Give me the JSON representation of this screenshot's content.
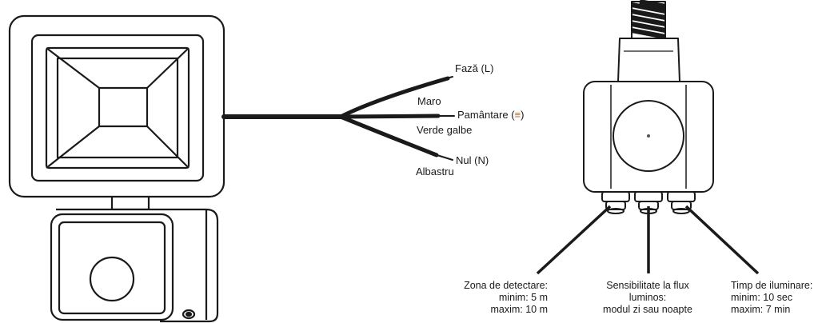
{
  "wires": {
    "phase": {
      "label": "Fază  (L)",
      "color": "Maro"
    },
    "ground": {
      "label_prefix": "Pamântare (",
      "symbol": "≡",
      "label_suffix": ")",
      "color": "Verde galbe"
    },
    "neutral": {
      "label": "Nul (N)",
      "color": "Albastru"
    }
  },
  "sensor": {
    "detection": {
      "title": "Zona de detectare:",
      "min": "minim: 5 m",
      "max": "maxim: 10 m"
    },
    "lux": {
      "title_line1": "Sensibilitate la flux",
      "title_line2": "luminos:",
      "detail": "modul zi sau noapte"
    },
    "time": {
      "title": "Timp de iluminare:",
      "min": "minim: 10 sec",
      "max": "maxim: 7 min"
    }
  },
  "colors": {
    "line": "#1a1a1a",
    "ground_symbol": "#c0692a"
  }
}
